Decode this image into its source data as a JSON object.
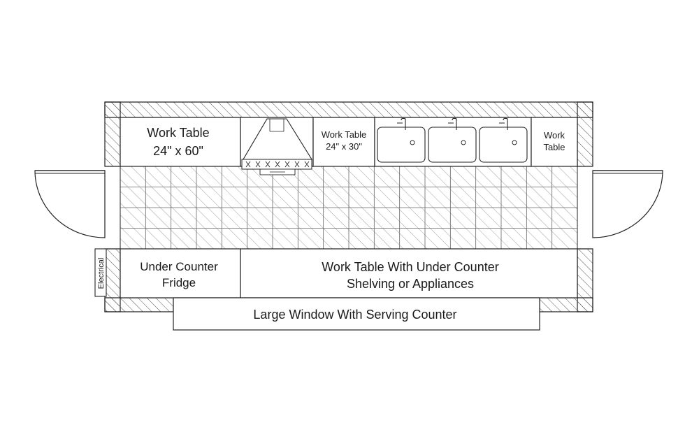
{
  "labels": {
    "work_table_1_line1": "Work Table",
    "work_table_1_line2": "24\" x 60\"",
    "work_table_2_line1": "Work Table",
    "work_table_2_line2": "24\" x 30\"",
    "work_table_3_line1": "Work",
    "work_table_3_line2": "Table",
    "under_counter_fridge_line1": "Under Counter",
    "under_counter_fridge_line2": "Fridge",
    "work_table_shelving_line1": "Work Table With Under Counter",
    "work_table_shelving_line2": "Shelving or Appliances",
    "serving_window": "Large Window With Serving Counter",
    "electrical": "Electrical"
  },
  "sinks": {
    "count": 3
  },
  "floor_grid": {
    "columns": 18,
    "rows": 4
  }
}
